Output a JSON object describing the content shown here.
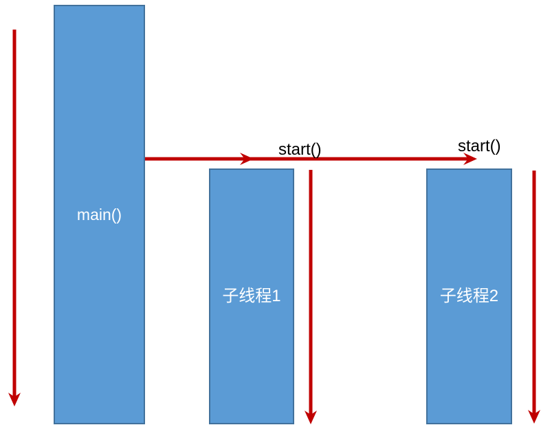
{
  "diagram": {
    "main_thread": {
      "label": "main()"
    },
    "child_thread_1": {
      "label": "子线程1"
    },
    "child_thread_2": {
      "label": "子线程2"
    },
    "start_call_1": {
      "label": "start()"
    },
    "start_call_2": {
      "label": "start()"
    }
  },
  "colors": {
    "thread_box_fill": "#5b9bd5",
    "thread_box_border": "#41719c",
    "arrow": "#c00000",
    "thread_label_text": "#ffffff",
    "start_label_text": "#000000",
    "canvas_bg": "#ffffff"
  }
}
